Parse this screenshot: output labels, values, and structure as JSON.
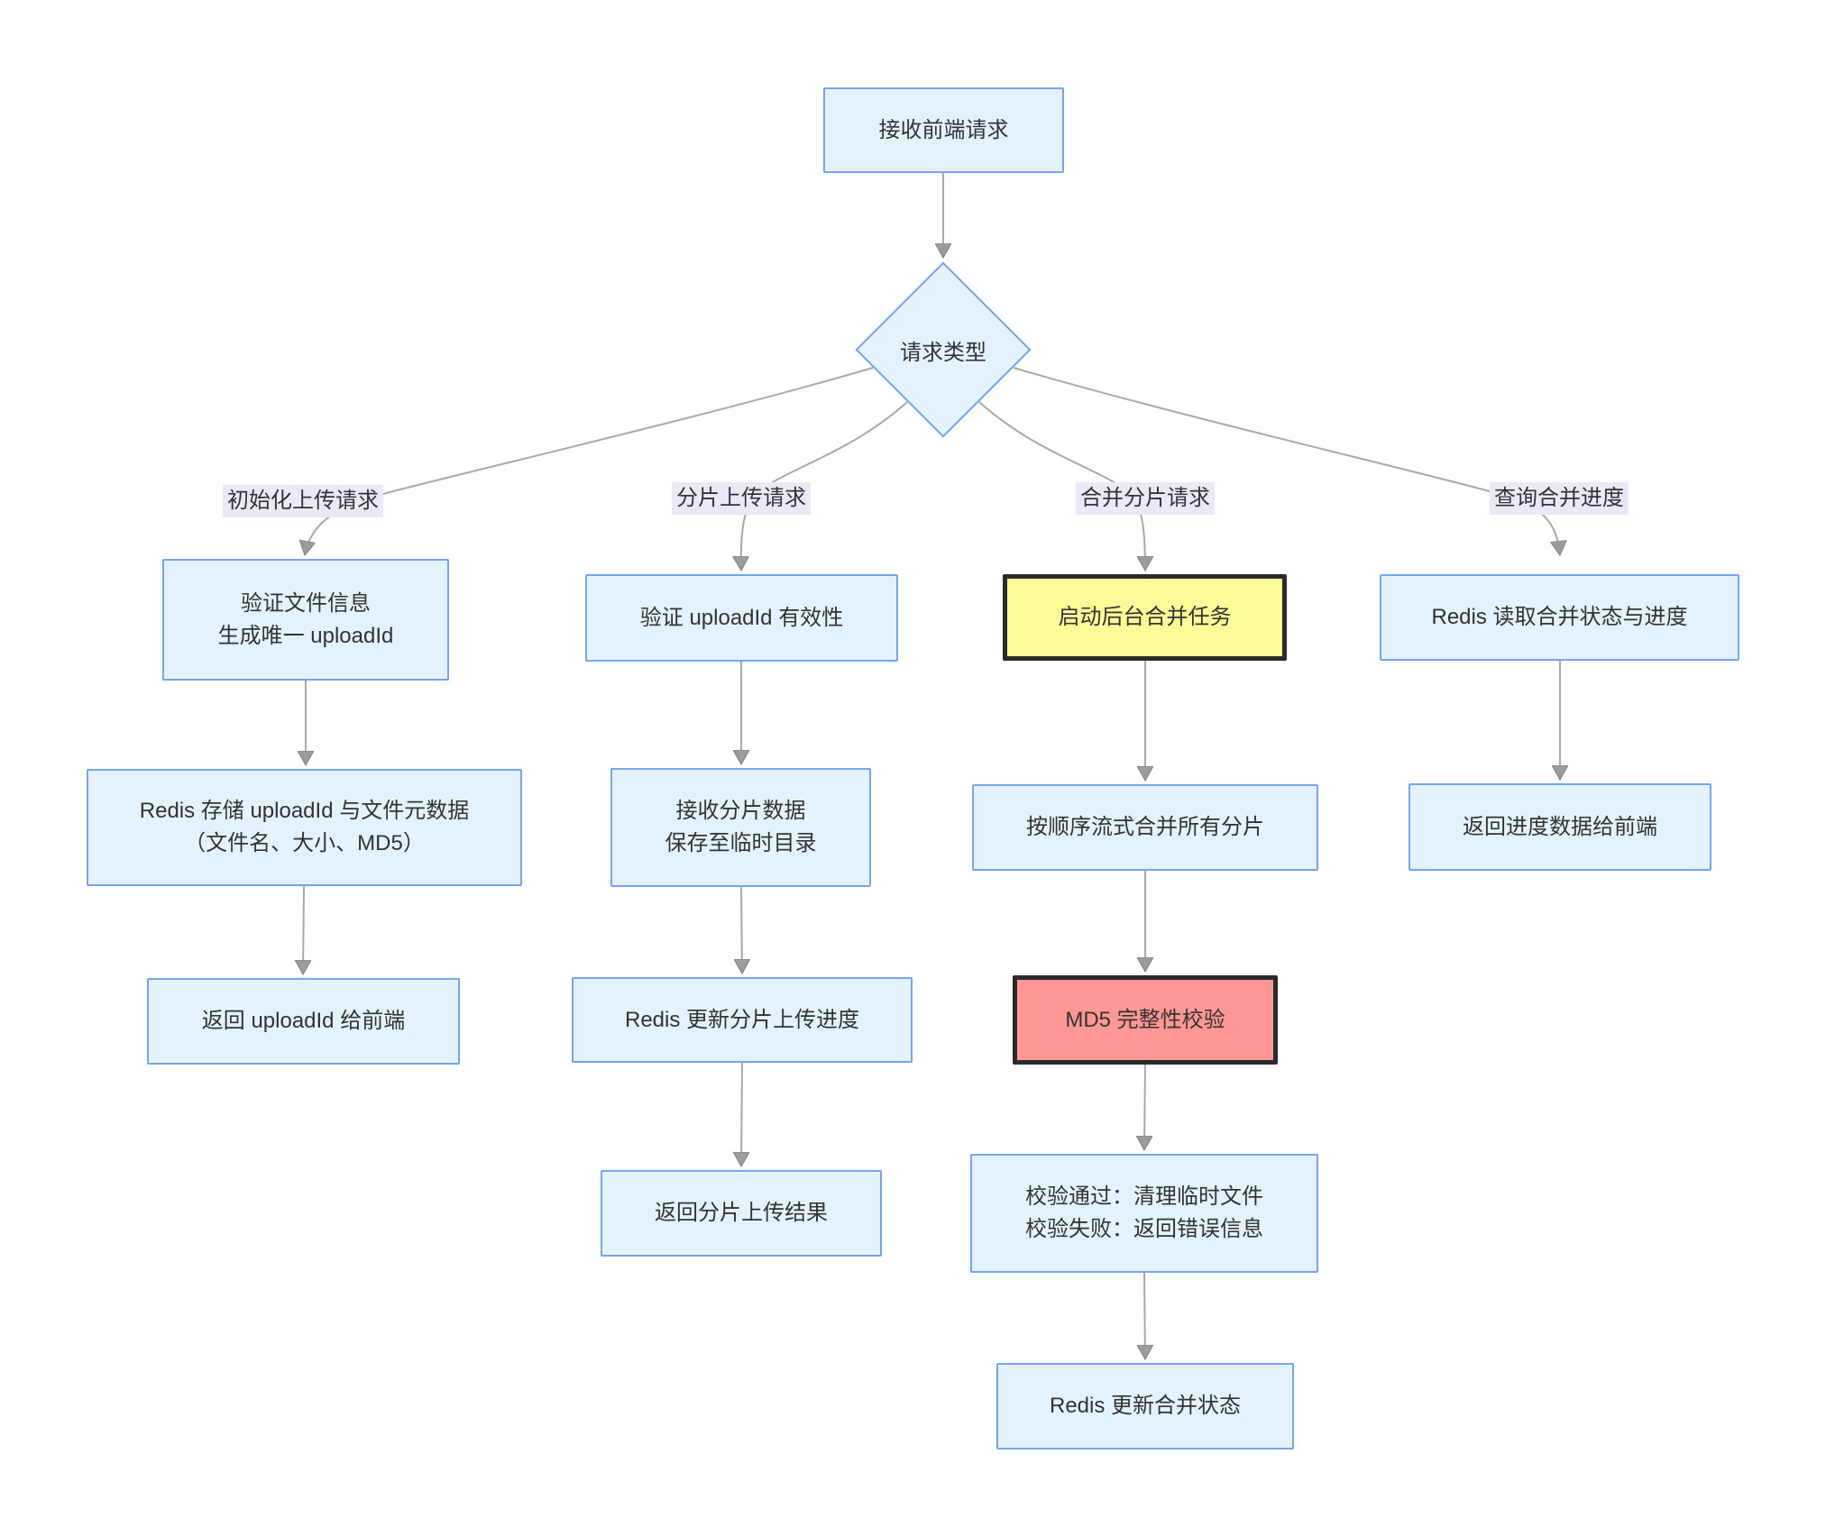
{
  "diagram_type": "flowchart",
  "colors": {
    "node_fill": "#e3f2fc",
    "node_stroke": "#76a5ec",
    "highlight_yellow_fill": "#fbfb98",
    "highlight_red_fill": "#ff9794",
    "emphasis_stroke": "#2b2b2b",
    "edge_line": "#a9a9a9",
    "arrowhead": "#9c9c9c",
    "edge_label_bg": "#ede8f7",
    "text": "#333333"
  },
  "nodes": {
    "receive_request": {
      "label": "接收前端请求"
    },
    "request_type": {
      "label": "请求类型"
    },
    "validate_file": {
      "line1": "验证文件信息",
      "line2": "生成唯一 uploadId"
    },
    "redis_store": {
      "line1": "Redis 存储 uploadId 与文件元数据",
      "line2": "（文件名、大小、MD5）"
    },
    "return_uploadid": {
      "label": "返回 uploadId 给前端"
    },
    "validate_uploadid": {
      "label": "验证 uploadId 有效性"
    },
    "receive_chunk": {
      "line1": "接收分片数据",
      "line2": "保存至临时目录"
    },
    "redis_update_chunk": {
      "label": "Redis 更新分片上传进度"
    },
    "return_chunk_result": {
      "label": "返回分片上传结果"
    },
    "start_merge": {
      "label": "启动后台合并任务"
    },
    "merge_all": {
      "label": "按顺序流式合并所有分片"
    },
    "md5_check": {
      "label": "MD5 完整性校验"
    },
    "check_result": {
      "line1": "校验通过：清理临时文件",
      "line2": "校验失败：返回错误信息"
    },
    "redis_update_merge": {
      "label": "Redis 更新合并状态"
    },
    "redis_read": {
      "label": "Redis 读取合并状态与进度"
    },
    "return_progress": {
      "label": "返回进度数据给前端"
    }
  },
  "edge_labels": {
    "init_upload": "初始化上传请求",
    "chunk_upload": "分片上传请求",
    "merge_chunks": "合并分片请求",
    "query_progress": "查询合并进度"
  }
}
